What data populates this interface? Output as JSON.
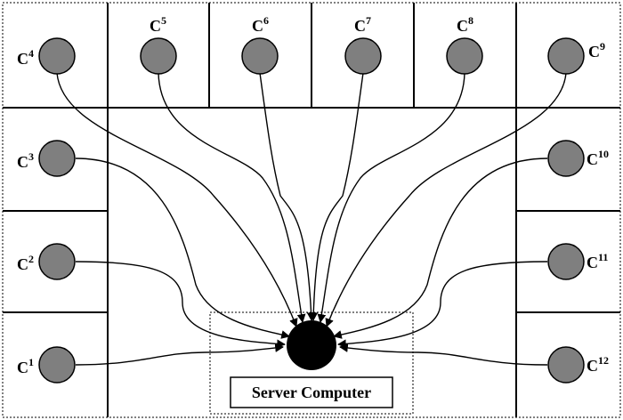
{
  "diagram": {
    "clients": [
      {
        "id": "c1",
        "base": "C",
        "sup": "1"
      },
      {
        "id": "c2",
        "base": "C",
        "sup": "2"
      },
      {
        "id": "c3",
        "base": "C",
        "sup": "3"
      },
      {
        "id": "c4",
        "base": "C",
        "sup": "4"
      },
      {
        "id": "c5",
        "base": "C",
        "sup": "5"
      },
      {
        "id": "c6",
        "base": "C",
        "sup": "6"
      },
      {
        "id": "c7",
        "base": "C",
        "sup": "7"
      },
      {
        "id": "c8",
        "base": "C",
        "sup": "8"
      },
      {
        "id": "c9",
        "base": "C",
        "sup": "9"
      },
      {
        "id": "c10",
        "base": "C",
        "sup": "10"
      },
      {
        "id": "c11",
        "base": "C",
        "sup": "11"
      },
      {
        "id": "c12",
        "base": "C",
        "sup": "12"
      }
    ],
    "server_label": "Server Computer",
    "colors": {
      "client_node": "#7f7f7f",
      "server_node": "#000000",
      "lines": "#000000"
    }
  }
}
